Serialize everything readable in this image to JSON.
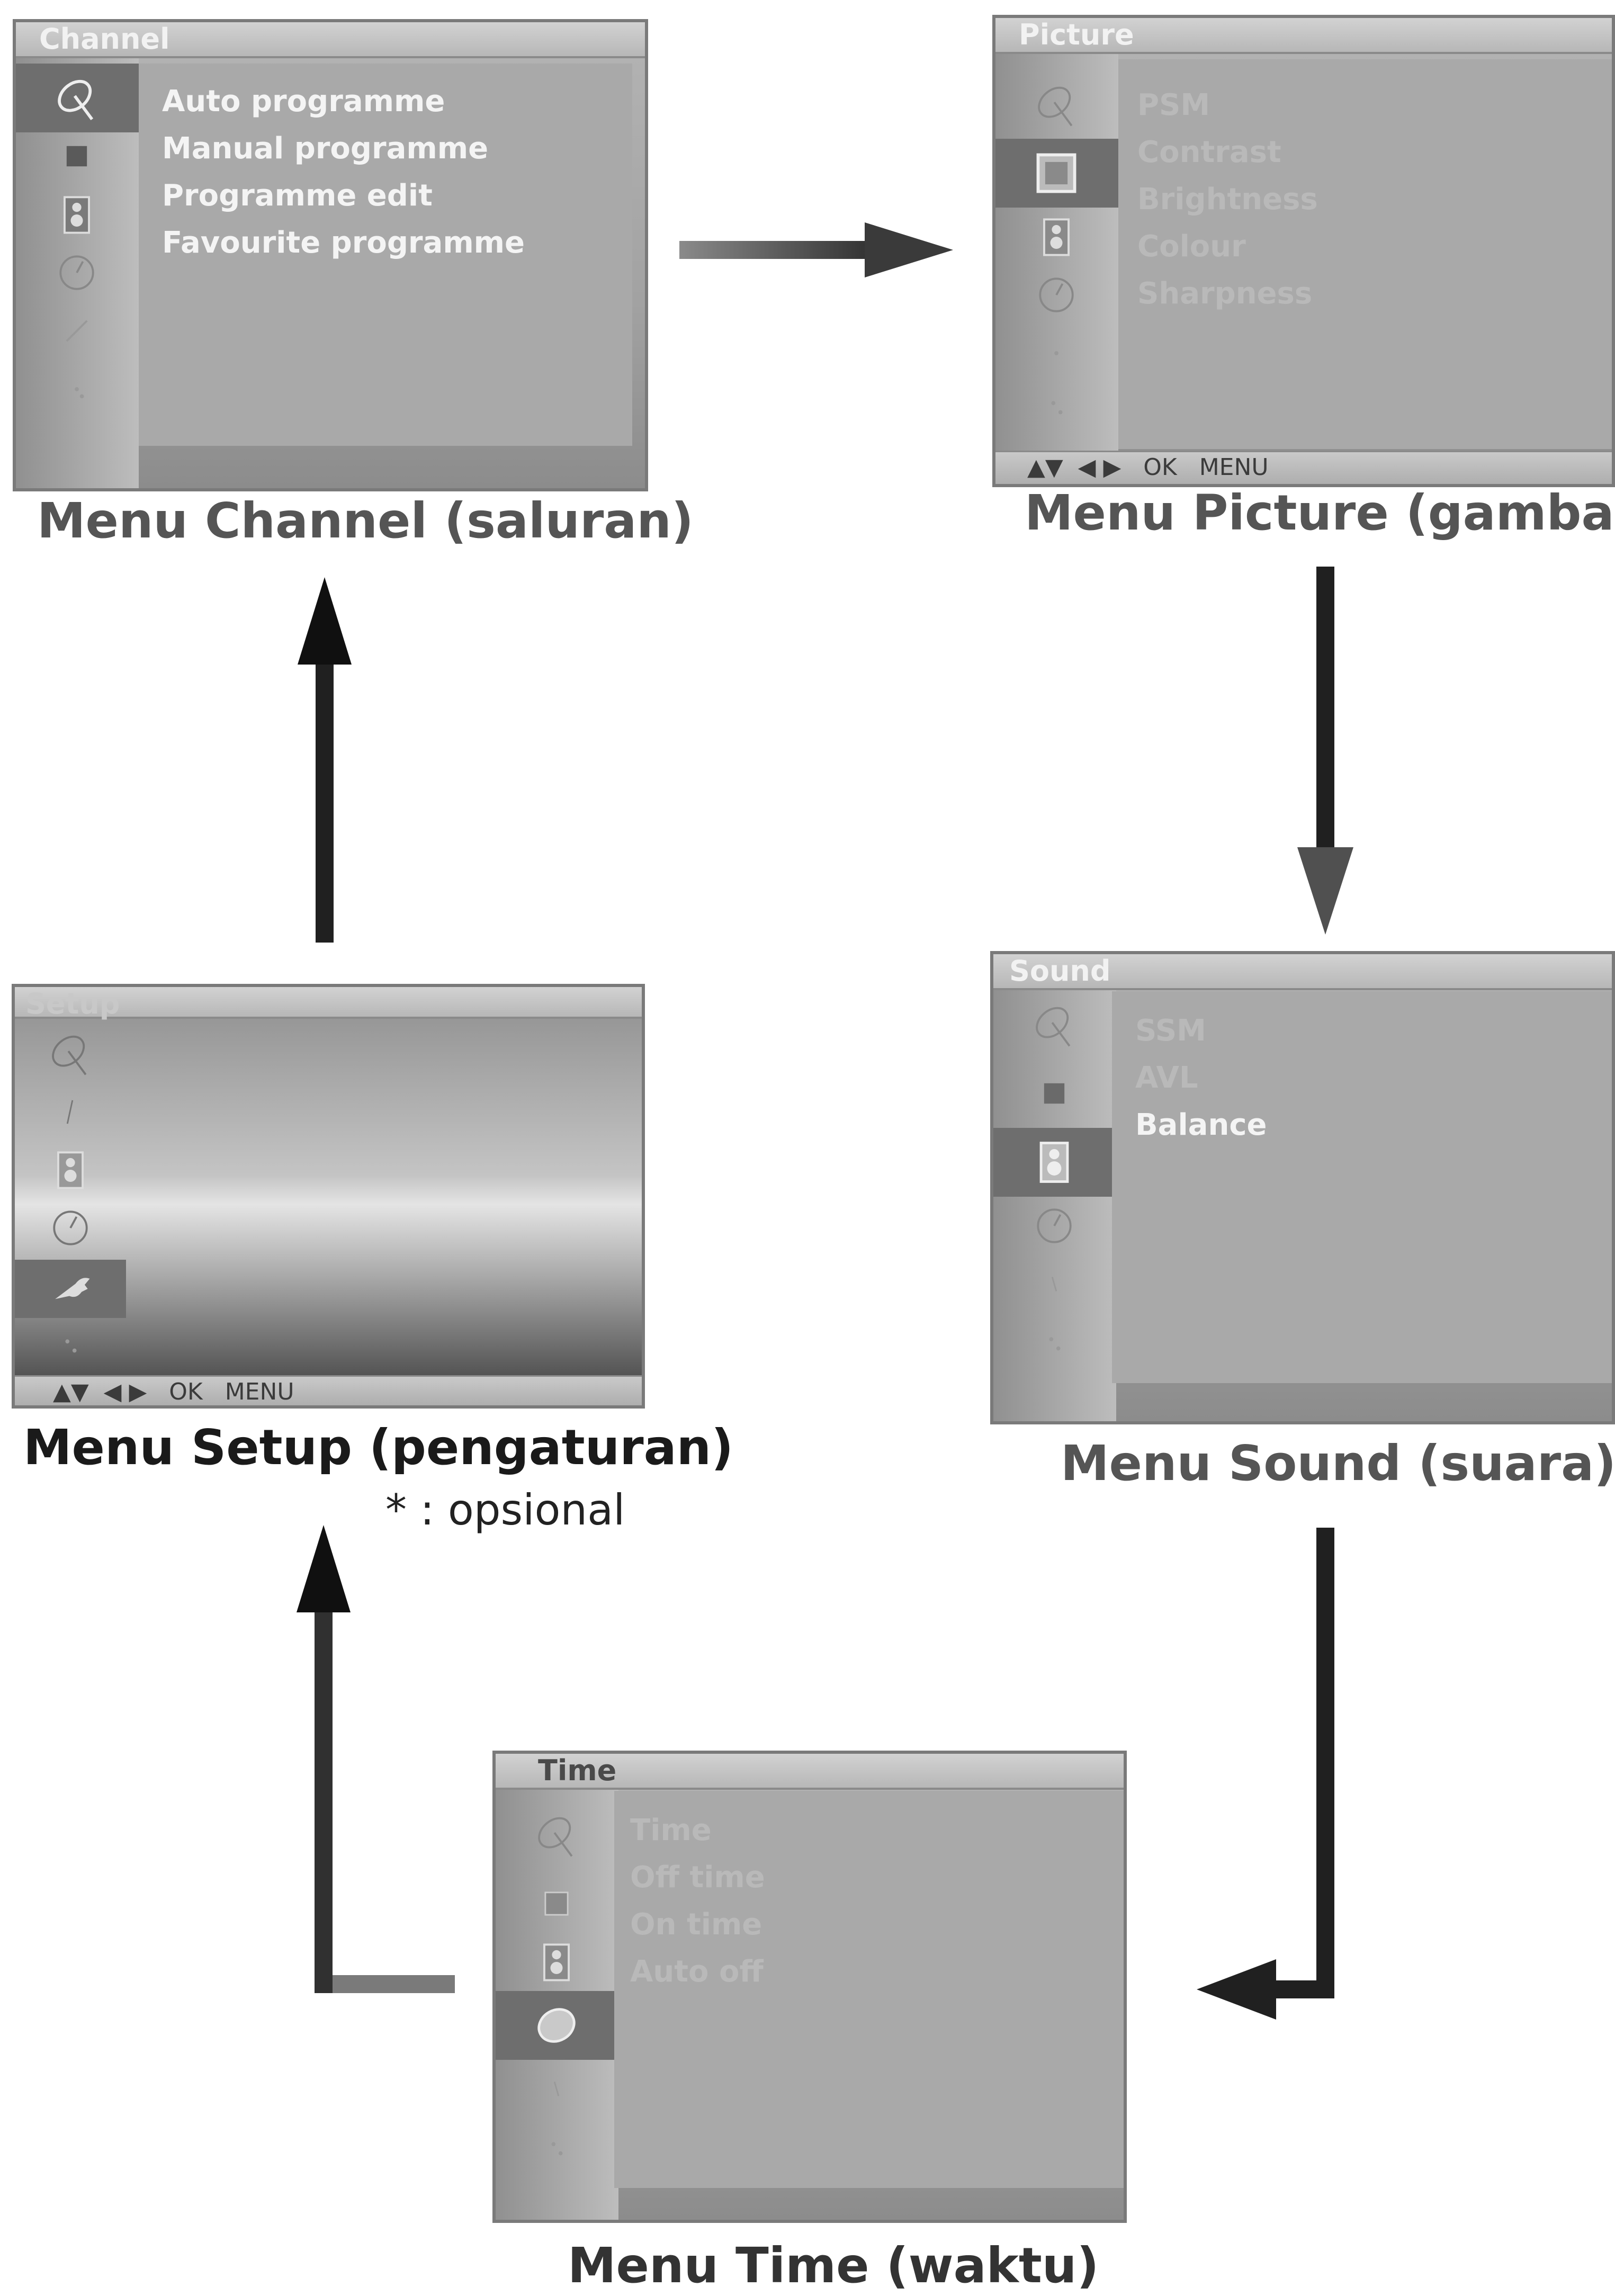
{
  "panels": {
    "channel": {
      "title": "Channel",
      "items": [
        "Auto programme",
        "Manual programme",
        "Programme edit",
        "Favourite programme"
      ],
      "caption": "Menu Channel (saluran)"
    },
    "picture": {
      "title": "Picture",
      "items": [
        "PSM",
        "Contrast",
        "Brightness",
        "Colour",
        "Sharpness"
      ],
      "status": "▲▼  ◀ ▶   OK   MENU",
      "caption": "Menu Picture (gambar)"
    },
    "sound": {
      "title": "Sound",
      "items": [
        "SSM",
        "AVL",
        "Balance"
      ],
      "caption": "Menu Sound (suara)"
    },
    "setup": {
      "title": "Setup",
      "status": "▲▼  ◀ ▶   OK   MENU",
      "caption": "Menu Setup (pengaturan)",
      "note": "* : opsional"
    },
    "time": {
      "title": "Time",
      "items": [
        "Time",
        "Off time",
        "On time",
        "Auto off"
      ],
      "caption": "Menu Time (waktu)"
    }
  }
}
